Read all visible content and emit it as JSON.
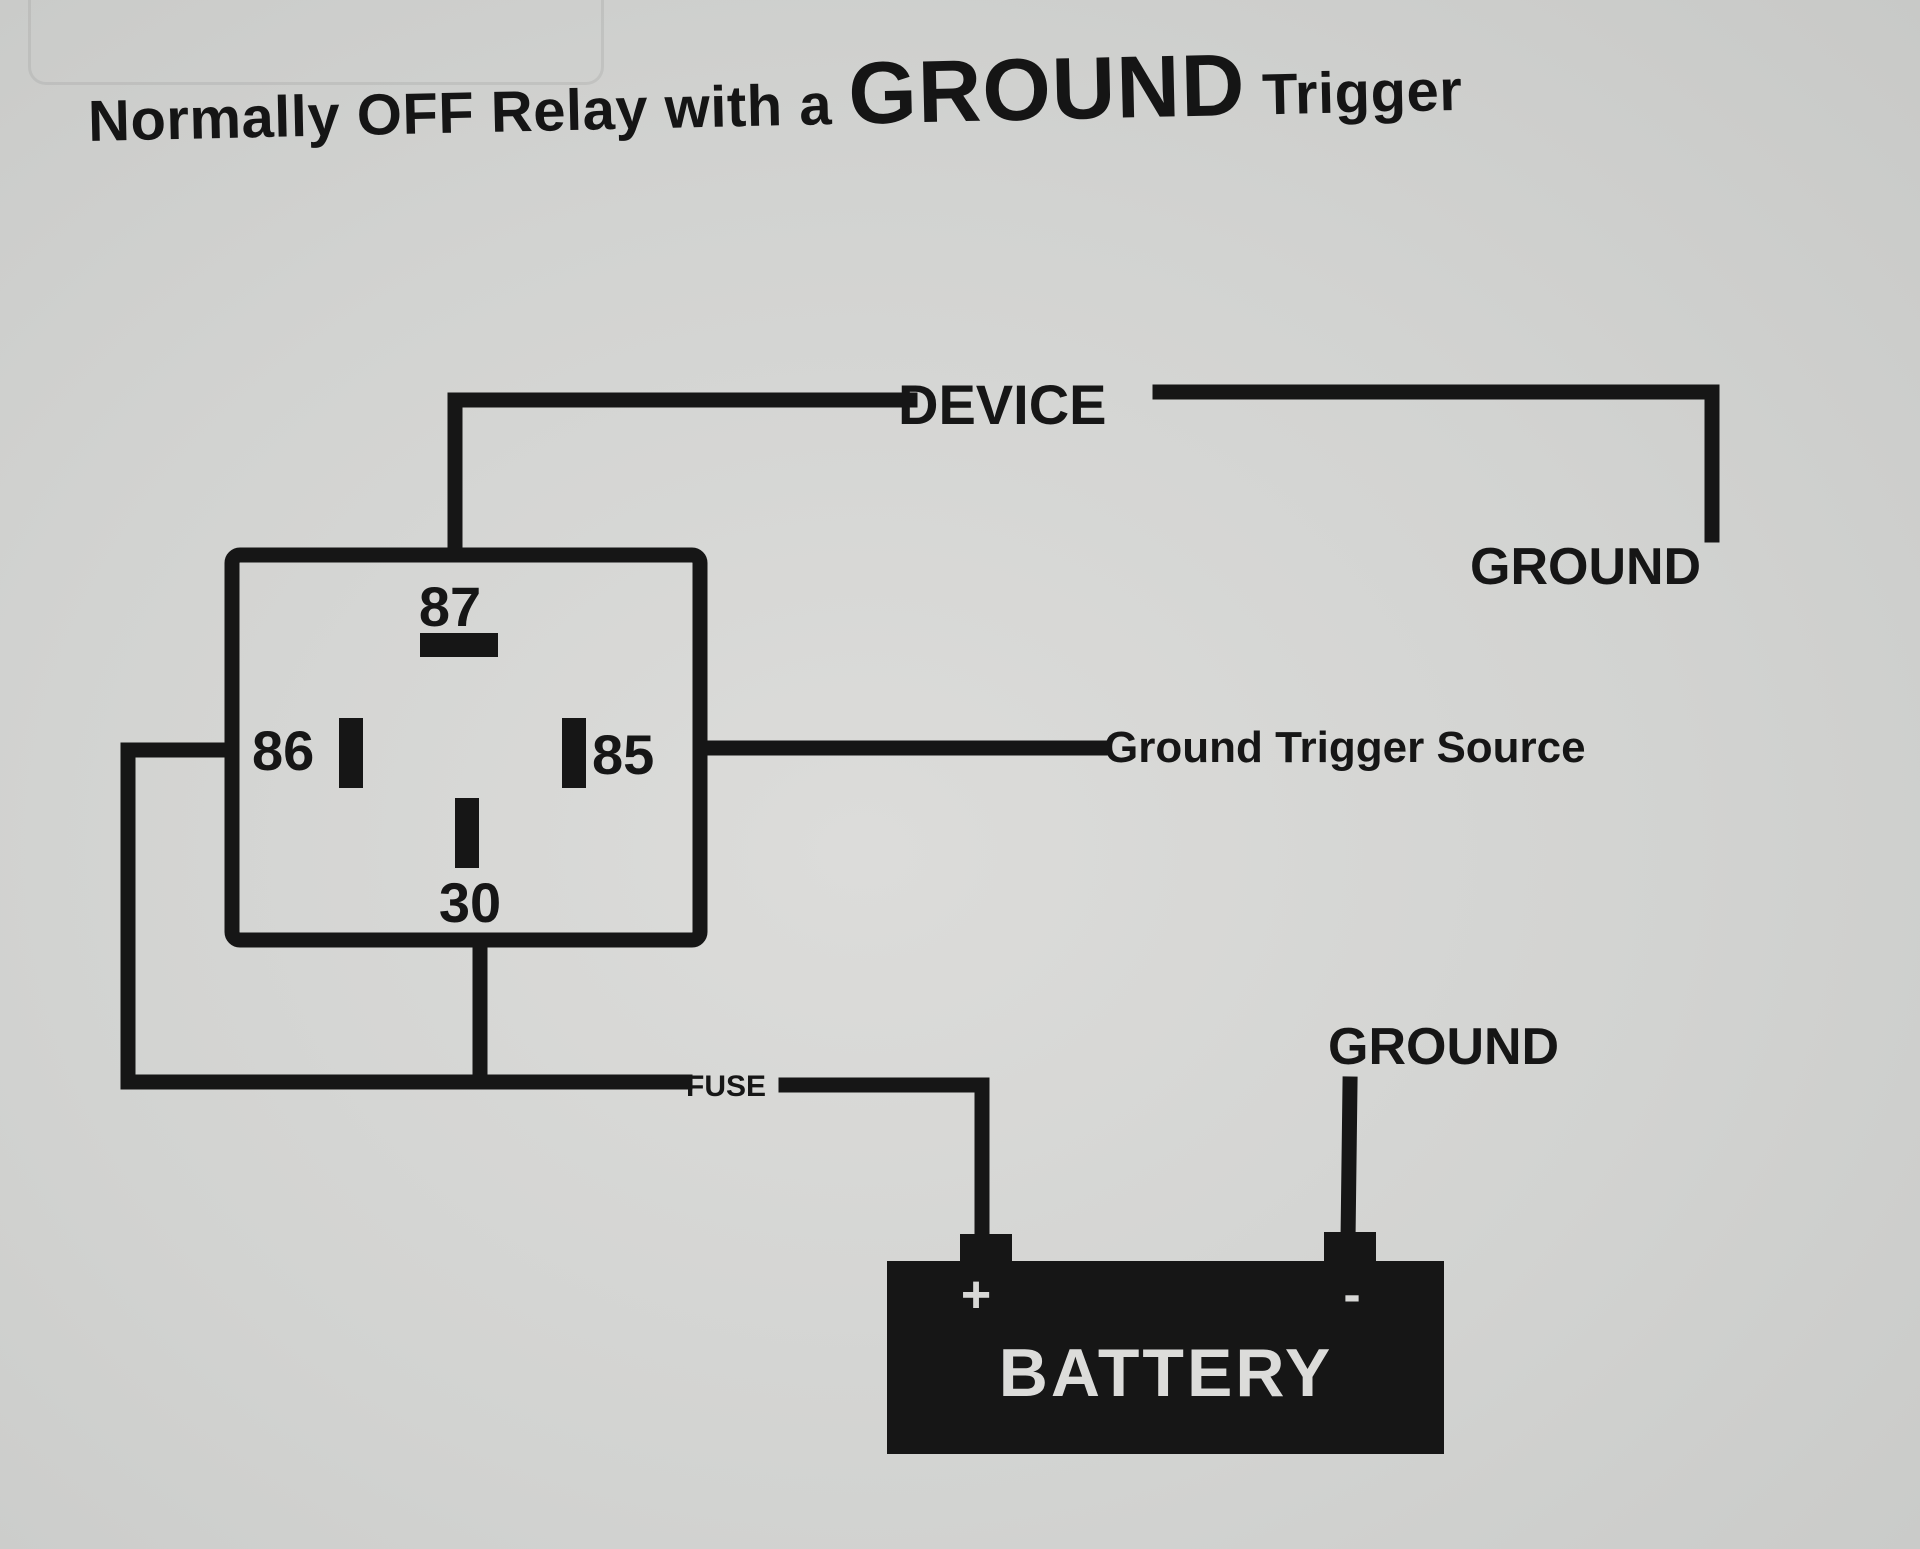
{
  "title": {
    "part1": "Normally OFF Relay with a ",
    "emphasis": "GROUND",
    "part2": " Trigger"
  },
  "relay": {
    "pins": {
      "p87": "87",
      "p86": "86",
      "p85": "85",
      "p30": "30"
    }
  },
  "labels": {
    "device": "DEVICE",
    "device_ground": "GROUND",
    "trigger_source": "Ground Trigger Source",
    "fuse": "FUSE",
    "battery_ground": "GROUND"
  },
  "battery": {
    "label": "BATTERY",
    "positive": "+",
    "negative": "-"
  },
  "colors": {
    "ink": "#161616",
    "paper": "#d6d7d5"
  }
}
